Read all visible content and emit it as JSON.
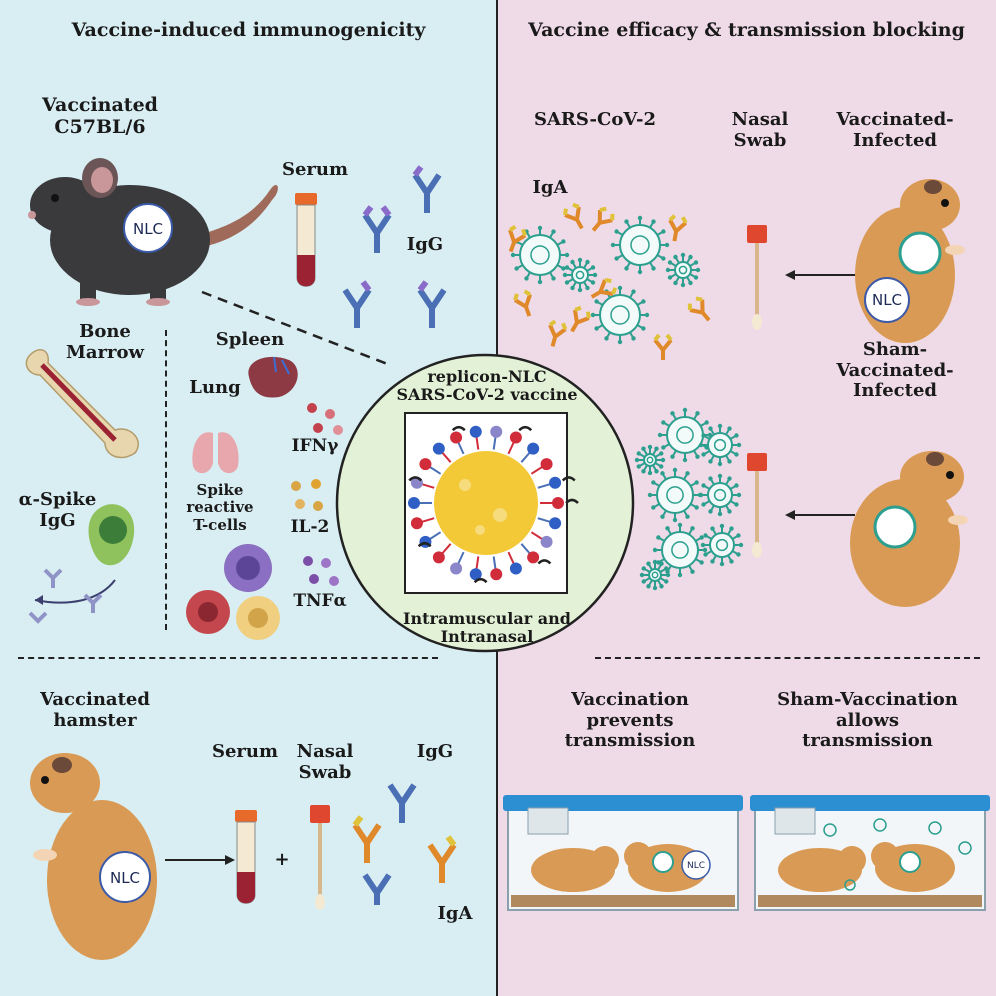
{
  "left_panel": {
    "title": "Vaccine-induced immunogenicity",
    "mouse_label_line1": "Vaccinated",
    "mouse_label_line2": "C57BL/6",
    "serum_label": "Serum",
    "igg_label": "IgG",
    "bone_marrow_line1": "Bone",
    "bone_marrow_line2": "Marrow",
    "spleen_label": "Spleen",
    "lung_label": "Lung",
    "ifng_label": "IFNγ",
    "il2_label": "IL-2",
    "tnfa_label": "TNFα",
    "spike_tcells_line1": "Spike",
    "spike_tcells_line2": "reactive",
    "spike_tcells_line3": "T-cells",
    "alpha_spike_line1": "α-Spike",
    "alpha_spike_line2": "IgG",
    "hamster_label_line1": "Vaccinated",
    "hamster_label_line2": "hamster",
    "serum_label_2": "Serum",
    "nasal_swab_line1": "Nasal",
    "nasal_swab_line2": "Swab",
    "plus_sign": "+",
    "igg_label_2": "IgG",
    "iga_label_2": "IgA",
    "nlc_badge": "NLC"
  },
  "center": {
    "title_line1": "replicon-NLC",
    "title_line2": "SARS-CoV-2 vaccine",
    "route_line1": "Intramuscular and",
    "route_line2": "Intranasal"
  },
  "right_panel": {
    "title": "Vaccine efficacy & transmission blocking",
    "sars_label": "SARS-CoV-2",
    "nasal_swab_line1": "Nasal",
    "nasal_swab_line2": "Swab",
    "vacc_infected_line1": "Vaccinated-",
    "vacc_infected_line2": "Infected",
    "iga_label": "IgA",
    "sham_line1": "Sham-",
    "sham_line2": "Vaccinated-",
    "sham_line3": "Infected",
    "prevents_line1": "Vaccination",
    "prevents_line2": "prevents",
    "prevents_line3": "transmission",
    "allows_line1": "Sham-Vaccination",
    "allows_line2": "allows",
    "allows_line3": "transmission"
  },
  "colors": {
    "left_bg": "#d9eef3",
    "right_bg": "#efdbe8",
    "center_circle": "#e3f1d6",
    "hamster": "#d99a55",
    "virus": "#2c9f8f",
    "antibody_igg": "#4a6fb5",
    "antibody_iga": "#e0892a"
  }
}
